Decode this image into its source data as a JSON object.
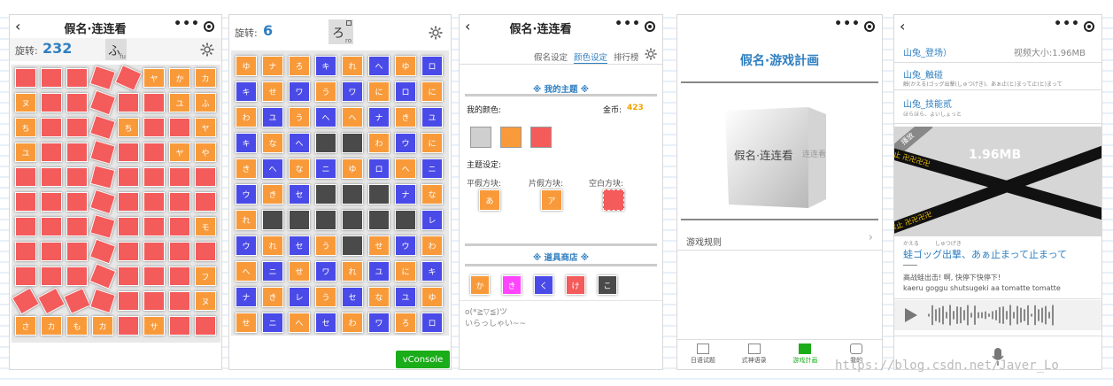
{
  "colors": {
    "red": "#f45b5b",
    "orange": "#f99a3a",
    "blue": "#4a4ae8",
    "dark": "#4a4a4a",
    "accent": "#2f7fc1",
    "gold": "#f2a100",
    "green": "#1aad19"
  },
  "common": {
    "game_title": "假名·连连看"
  },
  "screen1": {
    "rotate_label": "旋转:",
    "rotate_value": "232",
    "current_kana": "ふ",
    "current_romaji": "fu",
    "tile_labels": [
      "ヤ",
      "か",
      "カ",
      "ヌ",
      "ユ",
      "ふ",
      "ち",
      "ち",
      "ヤ",
      "ユ",
      "ヤ",
      "や",
      "モ",
      "フ",
      "ヌ",
      "さ",
      "カ",
      "も",
      "カ",
      "サ"
    ]
  },
  "screen2": {
    "rotate_label": "旋转:",
    "rotate_value": "6",
    "current_kana": "ろ",
    "current_romaji": "ro",
    "vconsole_label": "vConsole",
    "grid": [
      [
        "ゆ",
        "ナ",
        "ろ",
        "キ",
        "れ",
        "へ",
        "ゆ",
        "ロ"
      ],
      [
        "キ",
        "せ",
        "ワ",
        "う",
        "ワ",
        "に",
        "ロ",
        "に"
      ],
      [
        "わ",
        "ユ",
        "う",
        "へ",
        "ヘ",
        "ナ",
        "き",
        "ユ"
      ],
      [
        "キ",
        "な",
        "へ",
        "",
        "",
        "わ",
        "ウ",
        "に"
      ],
      [
        "き",
        "へ",
        "な",
        "ニ",
        "ゆ",
        "ロ",
        "ヘ",
        "ニ"
      ],
      [
        "ウ",
        "き",
        "セ",
        "",
        "",
        "",
        "ナ",
        "な"
      ],
      [
        "れ",
        "",
        "",
        "",
        "",
        "",
        "",
        "レ"
      ],
      [
        "ウ",
        "れ",
        "セ",
        "う",
        "",
        "せ",
        "ウ",
        "わ"
      ],
      [
        "へ",
        "ニ",
        "せ",
        "ワ",
        "れ",
        "ユ",
        "に",
        "キ"
      ],
      [
        "ナ",
        "き",
        "レ",
        "う",
        "セ",
        "な",
        "ユ",
        "ゆ"
      ],
      [
        "せ",
        "ニ",
        "へ",
        "セ",
        "わ",
        "ワ",
        "ろ",
        "ロ"
      ]
    ],
    "colors": [
      [
        "o",
        "o",
        "o",
        "b",
        "o",
        "b",
        "o",
        "b"
      ],
      [
        "b",
        "o",
        "b",
        "o",
        "b",
        "o",
        "b",
        "o"
      ],
      [
        "o",
        "b",
        "o",
        "b",
        "o",
        "b",
        "o",
        "b"
      ],
      [
        "b",
        "o",
        "b",
        "d",
        "d",
        "o",
        "b",
        "o"
      ],
      [
        "o",
        "b",
        "o",
        "b",
        "o",
        "b",
        "o",
        "b"
      ],
      [
        "b",
        "o",
        "b",
        "d",
        "d",
        "d",
        "b",
        "o"
      ],
      [
        "o",
        "d",
        "d",
        "d",
        "d",
        "d",
        "d",
        "b"
      ],
      [
        "b",
        "o",
        "b",
        "o",
        "d",
        "o",
        "b",
        "o"
      ],
      [
        "o",
        "b",
        "o",
        "b",
        "o",
        "b",
        "o",
        "b"
      ],
      [
        "b",
        "o",
        "b",
        "o",
        "b",
        "o",
        "b",
        "o"
      ],
      [
        "o",
        "b",
        "o",
        "b",
        "o",
        "b",
        "o",
        "b"
      ]
    ]
  },
  "screen3": {
    "tabs": [
      "假名设定",
      "颜色设定",
      "排行榜"
    ],
    "my_theme": "※ 我的主题 ※",
    "my_colors": "我的颜色:",
    "coins_label": "金币:",
    "coins_value": "423",
    "theme_settings": "主题设定:",
    "hira_label": "平假方块:",
    "kata_label": "片假方块:",
    "empty_label": "空白方块:",
    "hira_sample": "あ",
    "kata_sample": "ア",
    "shop_title": "※ 道具商店 ※",
    "shop_items": [
      "か",
      "き",
      "く",
      "け",
      "こ"
    ],
    "shop_colors": [
      "#f99a3a",
      "#ff44ff",
      "#4a4ae8",
      "#f45b5b",
      "#4a4a4a"
    ],
    "emote_line": "o(*≧▽≦)ツ",
    "welcome_line": "いらっしゃい~~"
  },
  "screen4": {
    "heading": "假名·游戏計画",
    "cube_text": "假名·连连看",
    "cube_side": "连连看",
    "rules_label": "游戏规则",
    "tabs": [
      "日语试题",
      "式神语录",
      "游戏計画",
      "我的"
    ]
  },
  "screen5": {
    "items": [
      {
        "title": "山兔_登场）",
        "right": "视频大小:1.96MB",
        "sub": ""
      },
      {
        "title": "山兔_触碰",
        "right": "",
        "sub": "触(かえる)ゴッグ出撃(しゅつげき)、あぁ止(と)まって止(と)まって"
      },
      {
        "title": "山兔_技能贰",
        "right": "",
        "sub": "ほらほら、よいしょっと"
      }
    ],
    "video_badge": "播放",
    "video_size": "1.96MB",
    "tape_text": "立入禁止 卍卍卍卍",
    "ruby_line": "かえる　　　しゅつげき",
    "jp_line": "蛙ゴッグ出撃、あぁ止まって止まって",
    "cn_line": "高战蛙出击! 啊, 快停下快停下!",
    "romaji_line": "kaeru goggu shutsugeki aa tomatte tomatte"
  },
  "watermark": "https://blog.csdn.net/Javer_Lo"
}
